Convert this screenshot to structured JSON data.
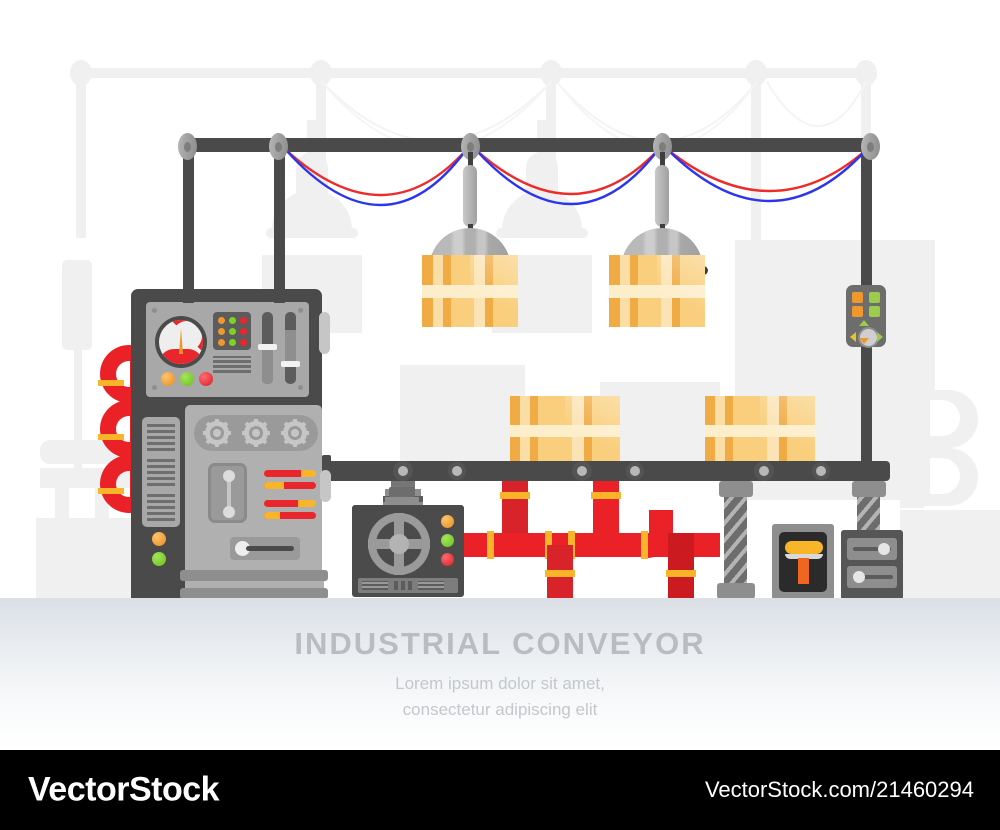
{
  "illustration": {
    "title": "INDUSTRIAL CONVEYOR",
    "subtitle_line1": "Lorem ipsum dolor sit amet,",
    "subtitle_line2": "consectetur adipiscing elit",
    "theme": "flat industrial conveyor machinery illustration"
  },
  "footer": {
    "brand": "VectorStock",
    "url": "VectorStock.com/21460294"
  },
  "colors": {
    "dark_gray": "#4a4a4a",
    "mid_gray": "#9a9a9a",
    "light_gray": "#b0b0b0",
    "panel_gray": "#a8a8a8",
    "red_pipe": "#ea2127",
    "red_pipe_dark": "#cc1b20",
    "pipe_band": "#f8b52a",
    "box_orange": "#f5c061",
    "box_light": "#fbdb9e",
    "box_tape": "#fdeecb",
    "cable_red": "#ee2b2b",
    "cable_blue": "#2b35ee",
    "led_orange": "#f0972d",
    "led_green": "#7ed321",
    "led_red": "#e8262c",
    "ghost": "#f0f0f0",
    "ground_top": "#dbe0e6",
    "caption_title": "#b9bcc0",
    "caption_sub": "#c4c7cb",
    "footer_bg": "#000000"
  },
  "gantry": {
    "name": "overhead-rail",
    "node_count": 5,
    "cable_pairs": 3,
    "cable_colors": [
      "#ee2b2b",
      "#2b35ee"
    ]
  },
  "grabbers": [
    {
      "name": "claw-arm-1",
      "finger_count": 4,
      "holding": "cardboard-box"
    },
    {
      "name": "claw-arm-2",
      "finger_count": 4,
      "holding": "cardboard-box"
    }
  ],
  "conveyor": {
    "name": "conveyor-belt",
    "roller_count": 6,
    "boxes_on_belt": 2
  },
  "control_panel": {
    "gauge": {
      "name": "pressure-gauge",
      "needle_color": "#f0972d",
      "arc_color": "#e8262c"
    },
    "led_matrix": {
      "rows": 3,
      "cols": 3,
      "row_colors": [
        "#f0972d",
        "#7ed321",
        "#e8262c"
      ]
    },
    "sliders": [
      {
        "name": "vertical-slider-1",
        "handle_pct": 44
      },
      {
        "name": "vertical-slider-2",
        "handle_pct": 66
      }
    ],
    "indicator_lights": [
      {
        "name": "indicator-orange",
        "color": "#f0972d"
      },
      {
        "name": "indicator-green",
        "color": "#7ed321"
      },
      {
        "name": "indicator-red",
        "color": "#e8262c"
      }
    ]
  },
  "lower_machine": {
    "gears": 3,
    "progress_bars": [
      {
        "name": "bar-1",
        "fill_pct": 72,
        "fill_color": "#e8262c",
        "tail_color": "#f8b52a"
      },
      {
        "name": "bar-2",
        "fill_pct": 38,
        "fill_color": "#f8b52a",
        "tail_color": "#e8262c"
      },
      {
        "name": "bar-3",
        "fill_pct": 66,
        "fill_color": "#e8262c",
        "tail_color": "#f8b52a"
      },
      {
        "name": "bar-4",
        "fill_pct": 30,
        "fill_color": "#f8b52a",
        "tail_color": "#e8262c"
      }
    ],
    "indicator_lights": [
      {
        "name": "indicator-orange",
        "color": "#f0972d"
      },
      {
        "name": "indicator-green",
        "color": "#7ed321"
      }
    ]
  },
  "pump_unit": {
    "name": "valve-pump-unit",
    "wheel_spokes": 4,
    "indicator_lights": [
      {
        "name": "indicator-orange",
        "color": "#f0972d"
      },
      {
        "name": "indicator-green",
        "color": "#7ed321"
      },
      {
        "name": "indicator-red",
        "color": "#e8262c"
      }
    ]
  },
  "remote_pendant": {
    "name": "remote-control-pendant",
    "buttons": [
      {
        "name": "button-top-left",
        "color": "#f0972d"
      },
      {
        "name": "button-top-right",
        "color": "#9ccc4a"
      },
      {
        "name": "button-bottom-left",
        "color": "#f0972d"
      },
      {
        "name": "button-bottom-right",
        "color": "#9ccc4a"
      }
    ],
    "dpad": {
      "up": "#9ccc4a",
      "right": "#9ccc4a",
      "left": "#e8c22d",
      "down": "#f0972d"
    }
  },
  "right_units": {
    "paint_unit": {
      "name": "paint-roller-unit",
      "roller_color": "#f8b52a",
      "handle_color": "#f0651f"
    },
    "slider_unit": {
      "name": "slider-control-unit",
      "slider_count": 2
    },
    "support_legs": 2
  },
  "pipes": {
    "left_coil": {
      "name": "red-coiled-pipes",
      "band_count": 3
    },
    "under_belt": {
      "name": "red-pipe-network",
      "band_count": 9
    }
  }
}
